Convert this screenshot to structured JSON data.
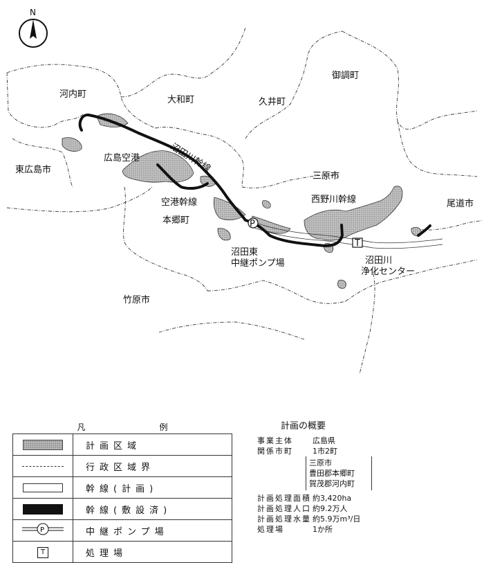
{
  "map": {
    "compass": "N",
    "places": {
      "kouchi": "河内町",
      "daiwa": "大和町",
      "kui": "久井町",
      "mitsugi": "御調町",
      "higashihiroshima": "東広島市",
      "hiroshima_airport": "広島空港",
      "mihara": "三原市",
      "onomichi": "尾道市",
      "hongou": "本郷町",
      "takehara": "竹原市"
    },
    "lines": {
      "nutagawa_trunk": "沼田川幹線",
      "airport_trunk": "空港幹線",
      "nishinogawa_trunk": "西野川幹線"
    },
    "facilities": {
      "pump_line1": "沼田東",
      "pump_line2": "中継ポンプ場",
      "plant_line1": "沼田川",
      "plant_line2": "浄化センター",
      "pump_symbol": "P",
      "plant_symbol": "T"
    }
  },
  "legend": {
    "head_left": "凡",
    "head_right": "例",
    "items": [
      {
        "key": "planned_area",
        "label": "計画区域"
      },
      {
        "key": "admin_boundary",
        "label": "行政区域界"
      },
      {
        "key": "trunk_planned",
        "label": "幹線(計画)"
      },
      {
        "key": "trunk_built",
        "label": "幹線(敷設済)"
      },
      {
        "key": "relay_pump",
        "label": "中継ポンプ場"
      },
      {
        "key": "treatment_plant",
        "label": "処理場"
      }
    ],
    "plant_symbol": "T",
    "pump_symbol": "P"
  },
  "summary": {
    "title": "計画の概要",
    "operator_key": "事業主体",
    "operator_value": "広島県",
    "municipalities_key": "関係市町",
    "municipalities_value": "1市2町",
    "municipalities_list": [
      "三原市",
      "豊田郡本郷町",
      "賀茂郡河内町"
    ],
    "area_key": "計画処理面積",
    "area_value": "約3,420ha",
    "population_key": "計画処理人口",
    "population_value": "約9.2万人",
    "water_key": "計画処理水量",
    "water_value": "約5.9万m³/日",
    "plants_key": "処理場",
    "plants_value": "1か所"
  }
}
